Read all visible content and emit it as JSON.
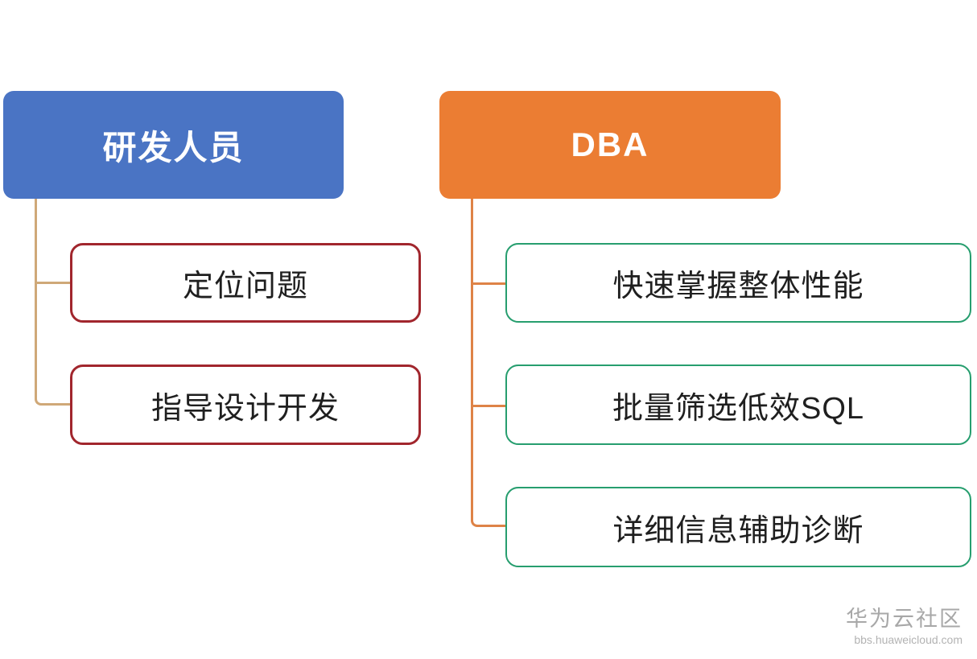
{
  "diagram": {
    "type": "mind-map",
    "background_color": "#ffffff",
    "branches": [
      {
        "id": "developers",
        "header": "研发人员",
        "header_fill_color": "#4a74c4",
        "header_text_color": "#ffffff",
        "child_border_color": "#a1262d",
        "connector_color": "#cfa878",
        "children": [
          "定位问题",
          "指导设计开发"
        ]
      },
      {
        "id": "dba",
        "header": "DBA",
        "header_fill_color": "#eb7d33",
        "header_text_color": "#ffffff",
        "child_border_color": "#279e6f",
        "connector_color": "#de8347",
        "children": [
          "快速掌握整体性能",
          "批量筛选低效SQL",
          "详细信息辅助诊断"
        ]
      }
    ]
  },
  "watermark": {
    "title": "华为云社区",
    "url": "bbs.huaweicloud.com"
  }
}
